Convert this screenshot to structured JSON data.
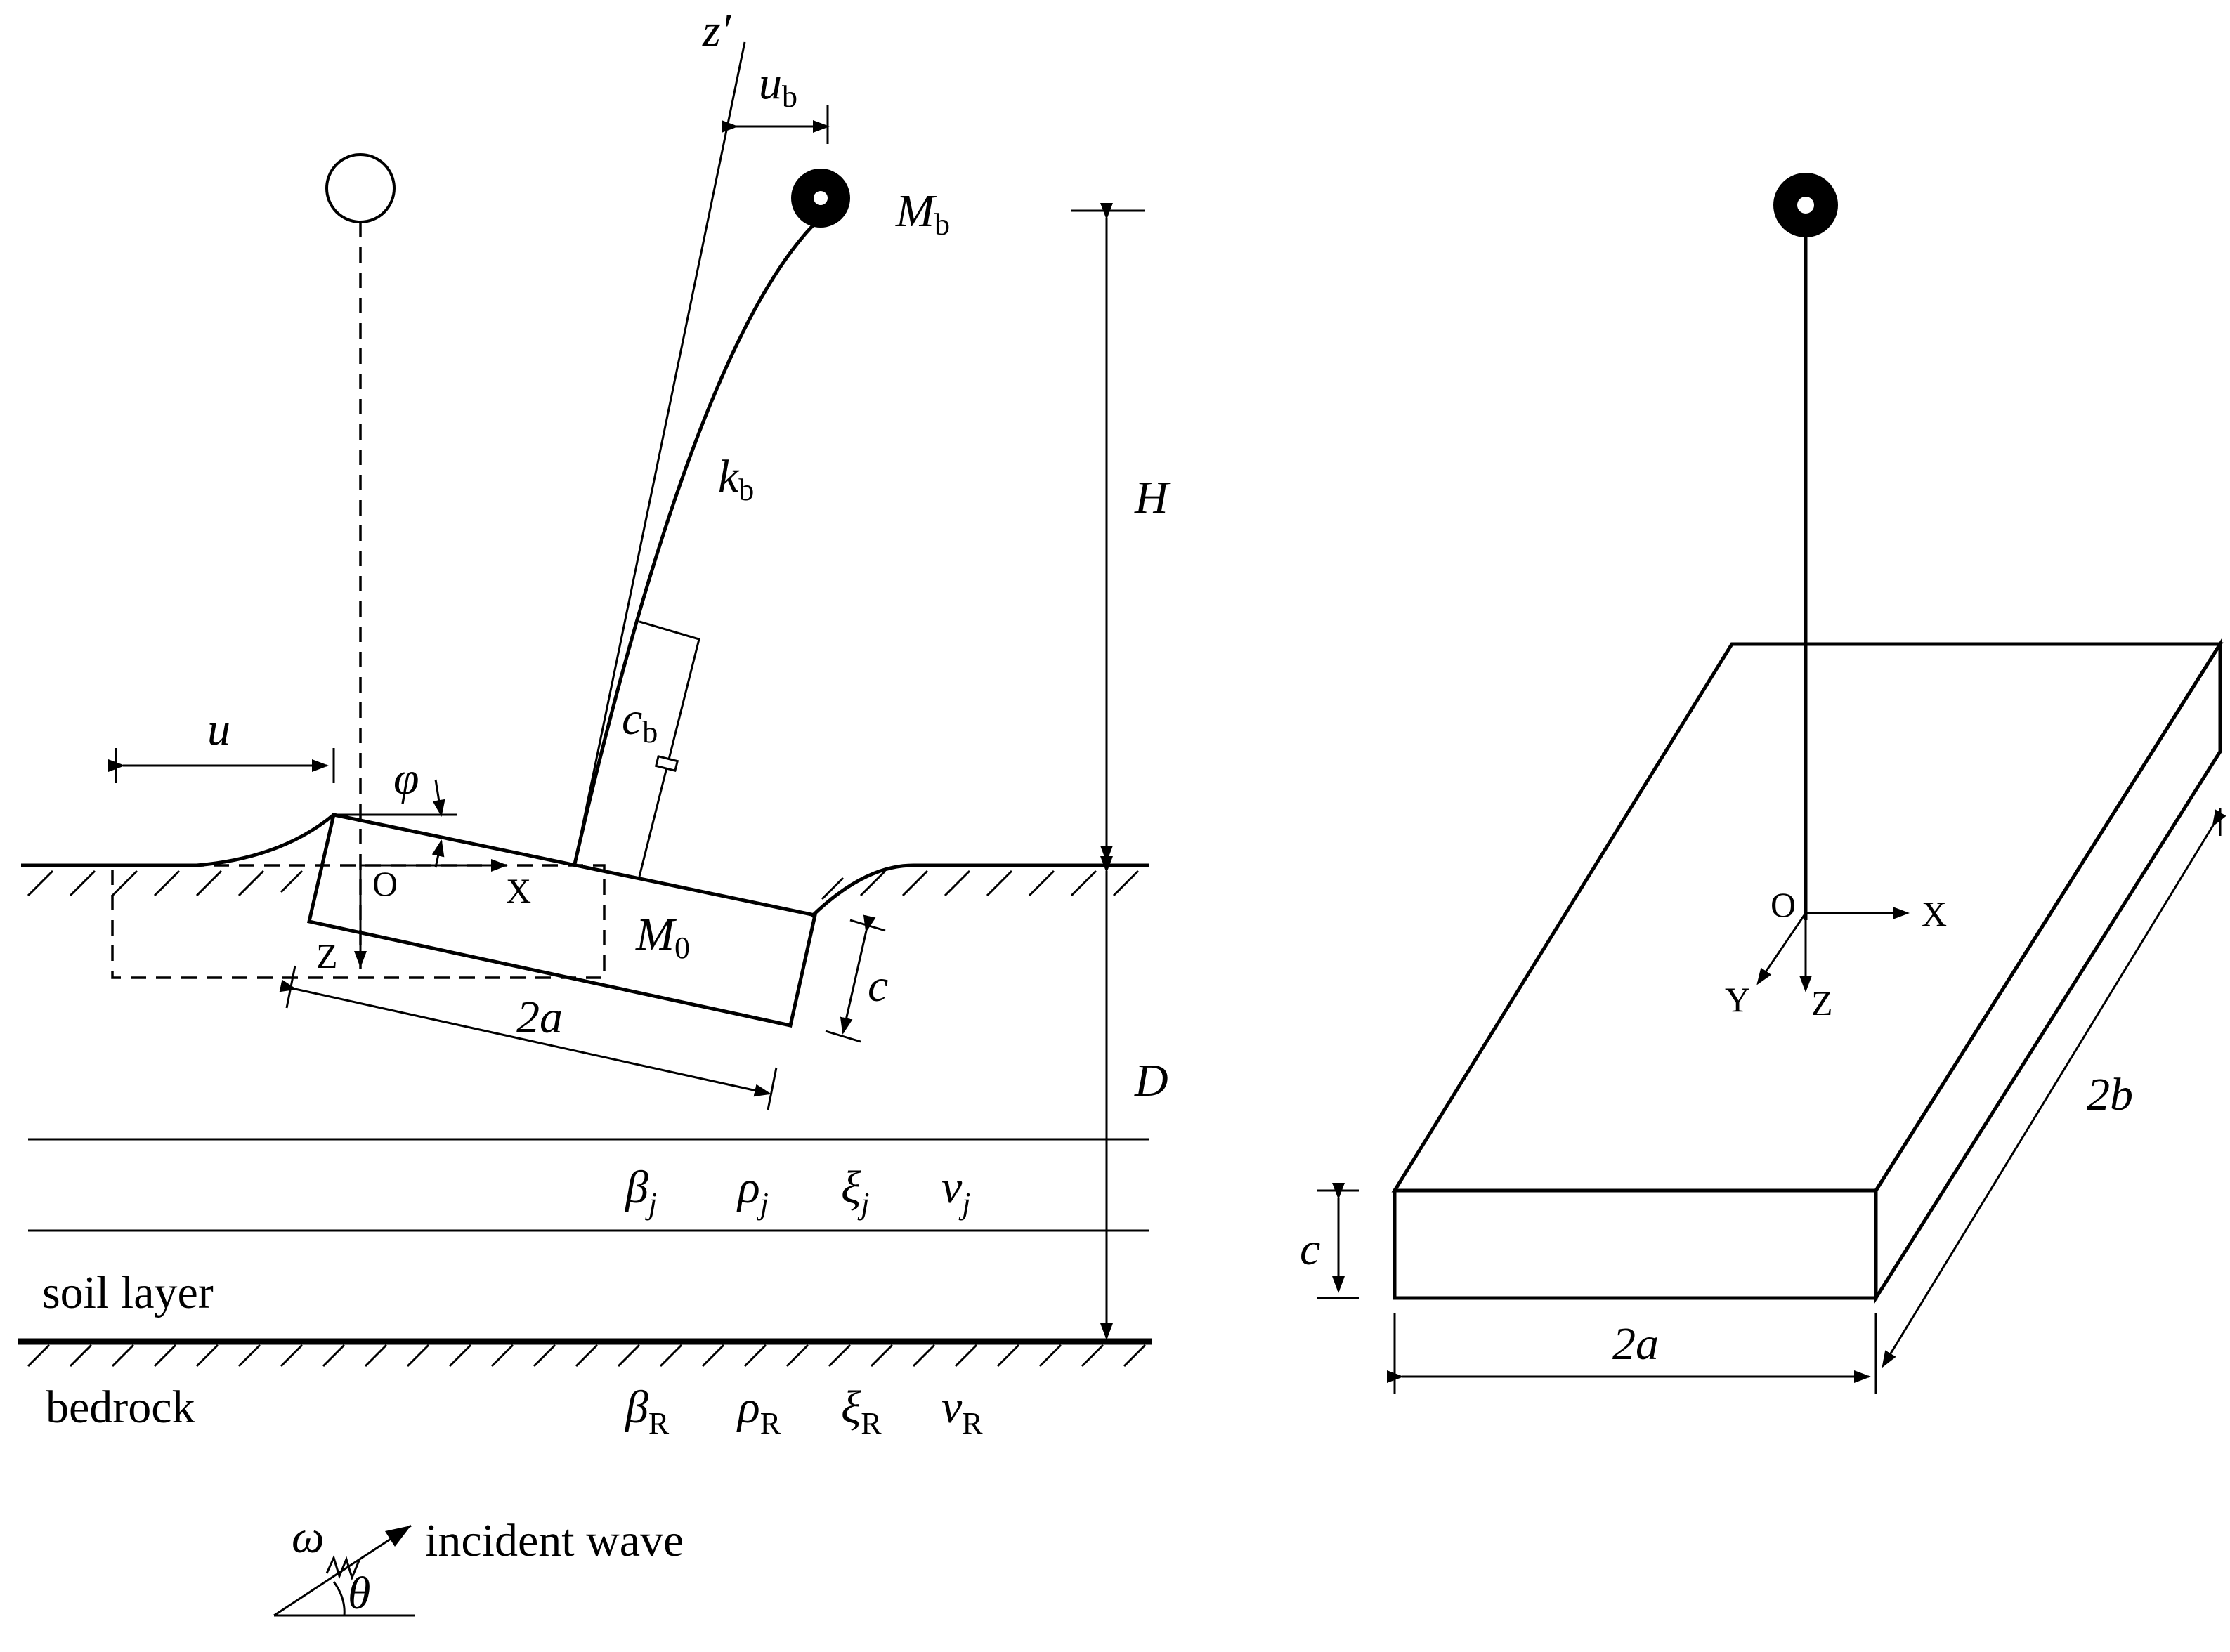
{
  "left": {
    "u": "u",
    "ub": "u",
    "ub_sub": "b",
    "z_prime": "z′",
    "Mb": "M",
    "Mb_sub": "b",
    "kb": "k",
    "kb_sub": "b",
    "cb": "c",
    "cb_sub": "b",
    "phi": "φ",
    "H": "H",
    "D": "D",
    "O": "O",
    "X": "X",
    "Z": "Z",
    "M0": "M",
    "M0_sub": "0",
    "c": "c",
    "two_a": "2a",
    "layer_j": [
      {
        "sym": "β",
        "sub": "j"
      },
      {
        "sym": "ρ",
        "sub": "j"
      },
      {
        "sym": "ξ",
        "sub": "j"
      },
      {
        "sym": "v",
        "sub": "j"
      }
    ],
    "layer_R": [
      {
        "sym": "β",
        "sub": "R"
      },
      {
        "sym": "ρ",
        "sub": "R"
      },
      {
        "sym": "ξ",
        "sub": "R"
      },
      {
        "sym": "v",
        "sub": "R"
      }
    ],
    "soil_layer": "soil layer",
    "bedrock": "bedrock",
    "omega": "ω",
    "theta": "θ",
    "incident_wave": "incident wave"
  },
  "right": {
    "O": "O",
    "X": "X",
    "Y": "Y",
    "Z": "Z",
    "c": "c",
    "two_a": "2a",
    "two_b": "2b"
  }
}
